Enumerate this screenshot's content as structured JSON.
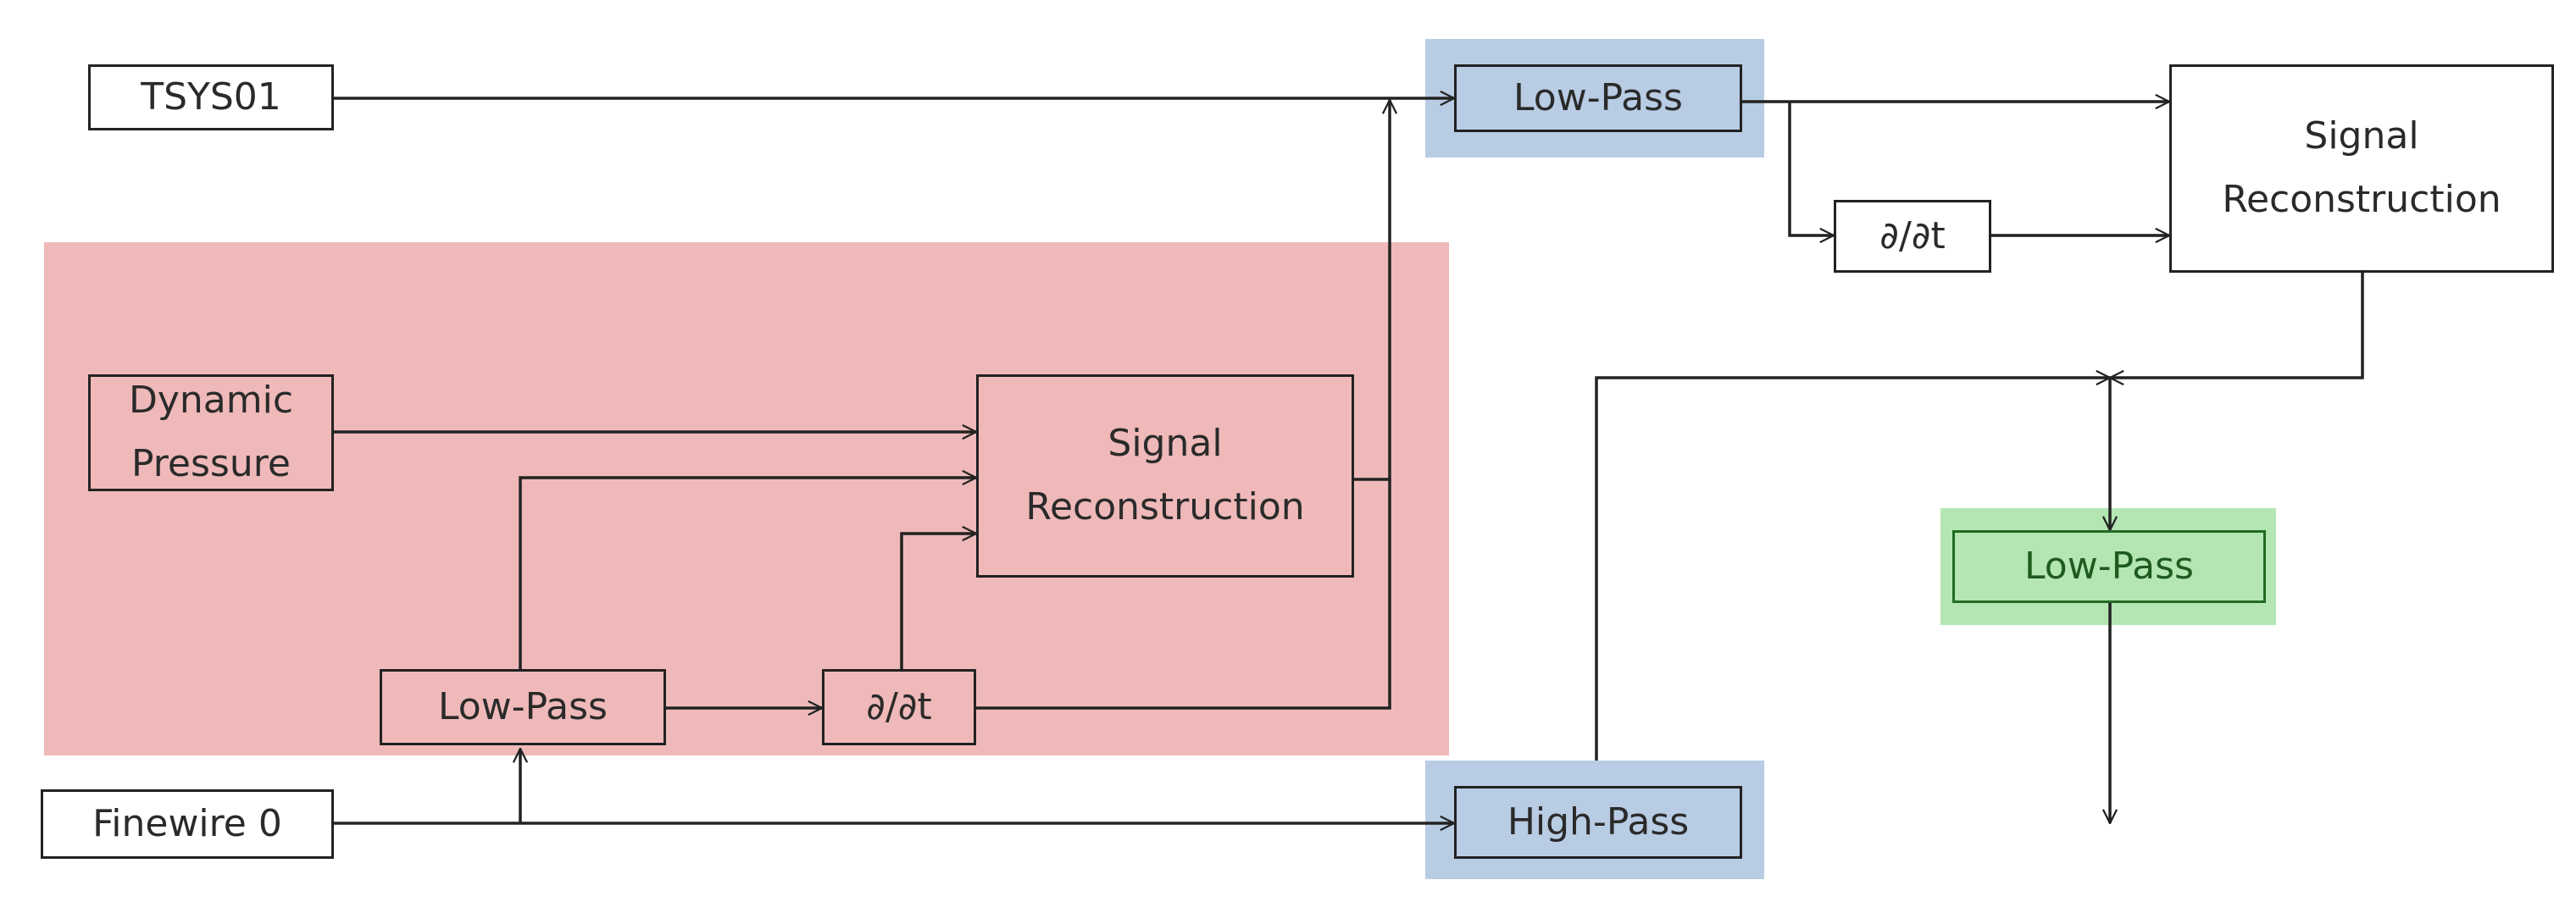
{
  "diagram": {
    "colors": {
      "local_region": "#efb9b9",
      "filter_highlight": "#b8cce4",
      "output_highlight": "#b3e6b3",
      "wire": "#222222"
    },
    "blocks": {
      "tsys01": "TSYS01",
      "dynamic_pressure": "Dynamic\nPressure",
      "finewire_0": "Finewire 0",
      "lowpass_inner": "Low-Pass",
      "derivative_inner": "∂/∂t",
      "signal_reconstruction_inner": "Signal\nReconstruction",
      "lowpass_top": "Low-Pass",
      "derivative_top": "∂/∂t",
      "signal_reconstruction_top": "Signal\nReconstruction",
      "highpass": "High-Pass",
      "lowpass_output": "Low-Pass"
    }
  }
}
